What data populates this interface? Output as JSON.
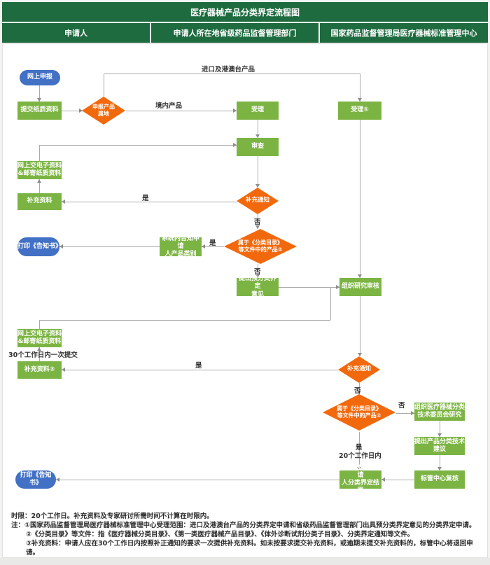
{
  "header": {
    "title": "医疗器械产品分类界定流程图",
    "columns": [
      "申请人",
      "申请人所在地省级药品监督管理部门",
      "国家药品监督管理局医疗器械标准管理中心"
    ]
  },
  "colors": {
    "header_green": "#1e6b3f",
    "node_green": "#7cb443",
    "diamond_orange": "#f2690d",
    "pill_blue": "#4170c4",
    "line_gray": "#ababab"
  },
  "nodes": {
    "online_declare": "网上申报",
    "submit_paper": "提交纸质资料",
    "declare_origin": "申报产品\n属地",
    "accept": "受理",
    "accept_center": "受理①",
    "review": "审查",
    "submit_electronic_1": "网上交电子资料\n&邮寄纸质资料",
    "supplement_1": "补充资料",
    "supplement_notice_1": "补充通知",
    "in_catalog_1": "属于《分类目录》\n等文件中的产品②",
    "notify_category": "系统内告知申请\n人产品类别",
    "print_notice_1": "打印《告知书》",
    "pre_opinion": "提出预分类界定\n意见",
    "org_review": "组织研究审核",
    "submit_electronic_2": "网上交电子资料\n&邮寄纸质资料",
    "supplement_3": "补充资料③",
    "supplement_notice_2": "补充通知",
    "in_catalog_2": "属于《分类目录》\n等文件中的产品②",
    "org_committee": "组织医疗器械分类\n技术委员会研究",
    "tech_advice": "提出产品分类技术\n建议",
    "center_recheck": "标管中心复核",
    "notify_result": "系统内告知申请\n人分类界定结果",
    "print_notice_2": "打印《告知书》"
  },
  "edge_labels": {
    "import": "进口及港澳台产品",
    "domestic": "境内产品",
    "yes": "是",
    "no": "否",
    "submit_within_30": "30个工作日内一次提交",
    "within_20_days": "20个工作日内"
  },
  "notes": {
    "line1": "时限：20个工作日。补充资料及专家研讨所需时间不计算在时限内。",
    "line2": "注：①国家药品监督管理局医疗器械标准管理中心受理范围：进口及港澳台产品的分类界定申请和省级药品监督管理部门出具预分类界定意见的分类界定申请。",
    "line3": "②《分类目录》等文件：指《医疗器械分类目录》、《第一类医疗器械产品目录》、《体外诊断试剂分类子目录》、分类界定通知等文件。",
    "line4": "③补充资料：申请人应在30个工作日内按照补正通知的要求一次提供补充资料。如未按要求提交补充资料，或逾期未提交补充资料的，标管中心将退回申请。"
  }
}
